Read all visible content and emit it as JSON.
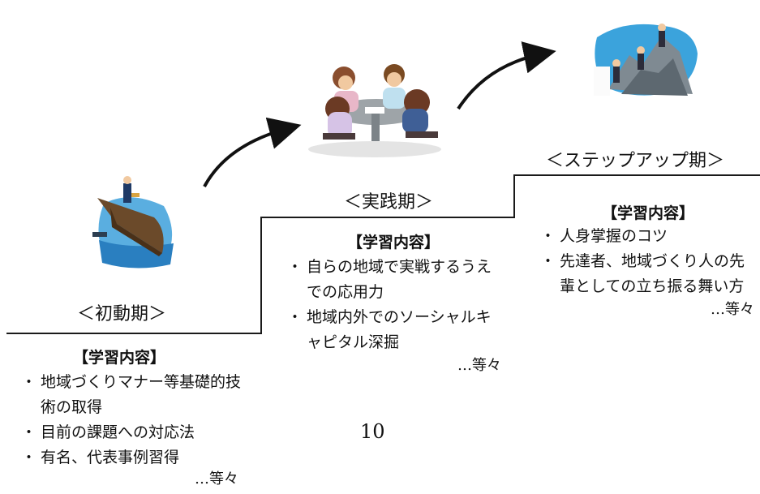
{
  "stages": [
    {
      "label": "＜初動期＞",
      "heading": "【学習内容】",
      "items": [
        "地域づくりマナー等基礎的技術の取得",
        "目前の課題への対応法",
        "有名、代表事例習得"
      ],
      "etc": "…等々"
    },
    {
      "label": "＜実践期＞",
      "heading": "【学習内容】",
      "items": [
        "自らの地域で実戦するうえでの応用力",
        "地域内外でのソーシャルキャピタル深掘"
      ],
      "etc": "…等々"
    },
    {
      "label": "＜ステップアップ期＞",
      "heading": "【学習内容】",
      "items": [
        "人身掌握のコツ",
        "先達者、地域づくり人の先輩としての立ち振る舞い方"
      ],
      "etc": "…等々"
    }
  ],
  "page_number": "10",
  "illustrations": [
    "ship-captain-illustration",
    "meeting-table-illustration",
    "mountain-climbers-illustration"
  ],
  "colors": {
    "line": "#1a1a1a",
    "text": "#111111",
    "sky": "#5aaee0",
    "sea": "#2a7fc0"
  }
}
